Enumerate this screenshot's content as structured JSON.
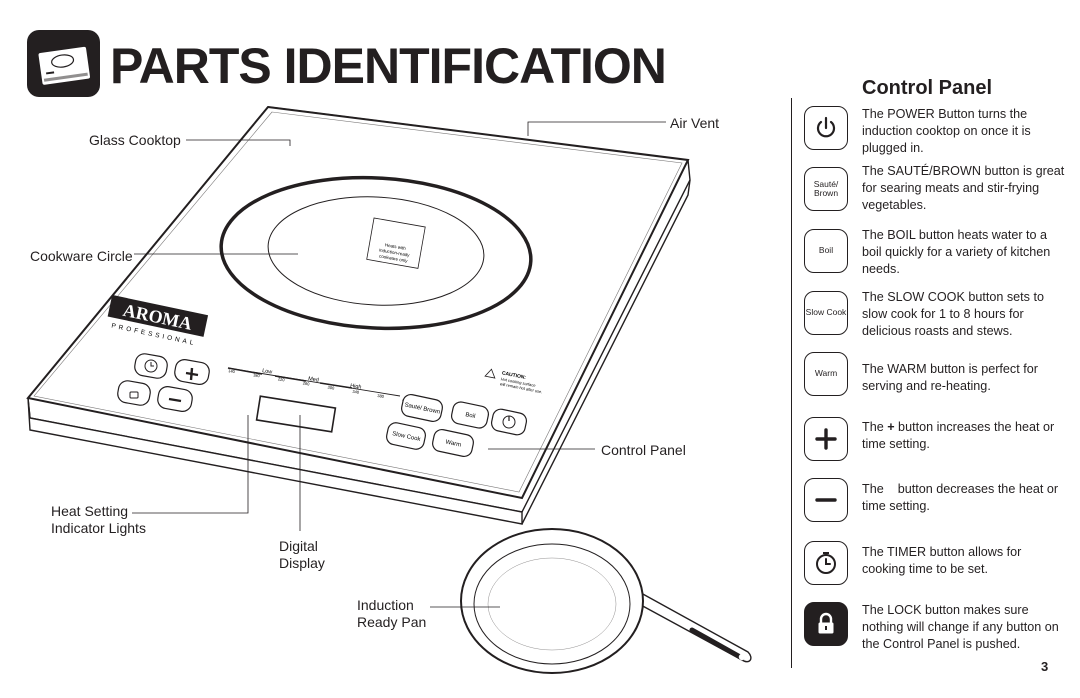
{
  "header": {
    "title": "PARTS IDENTIFICATION",
    "icon": "induction-cooktop-icon"
  },
  "diagram": {
    "callouts": {
      "glass_cooktop": "Glass Cooktop",
      "air_vent": "Air Vent",
      "cookware_circle": "Cookware Circle",
      "control_panel": "Control Panel",
      "heat_setting": "Heat Setting",
      "indicator_lights": "Indicator Lights",
      "digital": "Digital",
      "display": "Display",
      "induction": "Induction",
      "ready_pan": "Ready Pan"
    },
    "cooktop": {
      "brand": "AROMA",
      "brand_sub": "PROFESSIONAL",
      "heat_scale": {
        "low": "Low",
        "med": "Med",
        "high": "High",
        "temps": [
          "140",
          "180",
          "220",
          "260",
          "300",
          "340",
          "380",
          "450°F"
        ]
      },
      "caution_title": "CAUTION:",
      "caution_text": [
        "Hot cooking surface",
        "will remain hot after use."
      ],
      "sticker": [
        "Heats with",
        "induction-ready",
        "cookware only"
      ],
      "buttons": {
        "saute": "Sauté/ Brown",
        "boil": "Boil",
        "slow": "Slow Cook",
        "warm": "Warm"
      }
    }
  },
  "control_panel": {
    "heading": "Control Panel",
    "items": [
      {
        "icon": "power-icon",
        "label": "",
        "text": "The POWER Button turns the induction cooktop on once it is plugged in."
      },
      {
        "icon": "saute-brown-button",
        "label": "Sauté/ Brown",
        "text": "The SAUTÉ/BROWN button is great for searing meats and stir-frying vegetables."
      },
      {
        "icon": "boil-button",
        "label": "Boil",
        "text": "The BOIL button heats water to a boil quickly for a variety of kitchen needs."
      },
      {
        "icon": "slow-cook-button",
        "label": "Slow Cook",
        "text": "The SLOW COOK button sets to slow cook for 1 to 8 hours for delicious roasts and stews."
      },
      {
        "icon": "warm-button",
        "label": "Warm",
        "text": "The WARM button is perfect for serving and re-heating."
      },
      {
        "icon": "plus-icon",
        "label": "",
        "text_before": "The ",
        "text_bold": "+",
        "text_after": " button increases the heat or time setting."
      },
      {
        "icon": "minus-icon",
        "label": "",
        "text": "The    button decreases the heat or time setting."
      },
      {
        "icon": "timer-icon",
        "label": "",
        "text": "The TIMER button allows for cooking time to be set."
      },
      {
        "icon": "lock-icon",
        "label": "",
        "text": "The LOCK button makes sure nothing will change if any button on the Control Panel is pushed."
      }
    ]
  },
  "page_number": "3"
}
